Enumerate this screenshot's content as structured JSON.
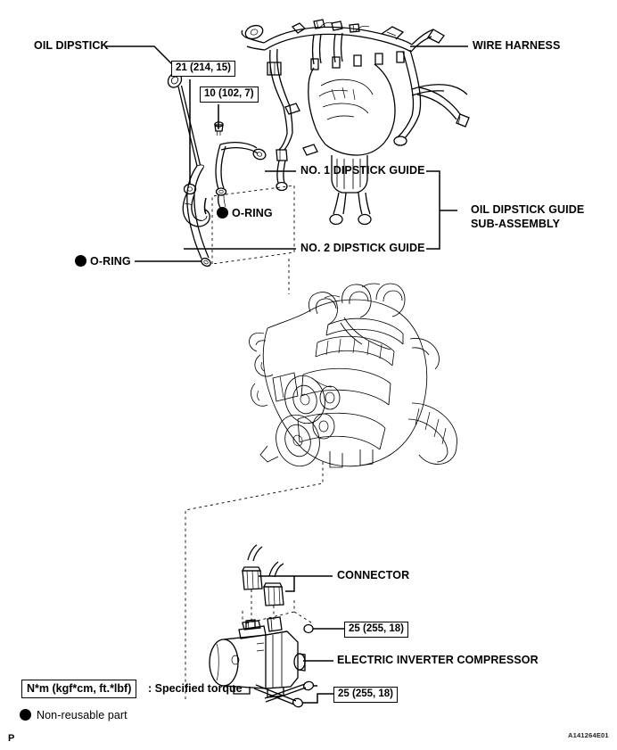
{
  "diagram": {
    "figure_code": "A141264E01",
    "page_mark": "P",
    "labels": {
      "oil_dipstick": "OIL DIPSTICK",
      "wire_harness": "WIRE HARNESS",
      "no1_dipstick_guide": "NO. 1 DIPSTICK GUIDE",
      "no2_dipstick_guide": "NO. 2 DIPSTICK GUIDE",
      "oil_dipstick_guide_sub_assembly_line1": "OIL DIPSTICK GUIDE",
      "oil_dipstick_guide_sub_assembly_line2": "SUB-ASSEMBLY",
      "o_ring_upper": "O-RING",
      "o_ring_lower": "O-RING",
      "connector": "CONNECTOR",
      "electric_inverter_compressor": "ELECTRIC INVERTER COMPRESSOR"
    },
    "torque_specs": [
      {
        "id": "torque-21",
        "text": "21 (214, 15)"
      },
      {
        "id": "torque-10",
        "text": "10 (102, 7)"
      },
      {
        "id": "torque-25-upper",
        "text": "25 (255, 18)"
      },
      {
        "id": "torque-25-lower",
        "text": "25 (255, 18)"
      }
    ],
    "legend": {
      "torque_units_box": "N*m (kgf*cm, ft.*lbf)",
      "torque_units_suffix": ": Specified torque",
      "non_reusable": "Non-reusable part"
    },
    "colors": {
      "ink": "#000000",
      "paper": "#ffffff"
    }
  }
}
